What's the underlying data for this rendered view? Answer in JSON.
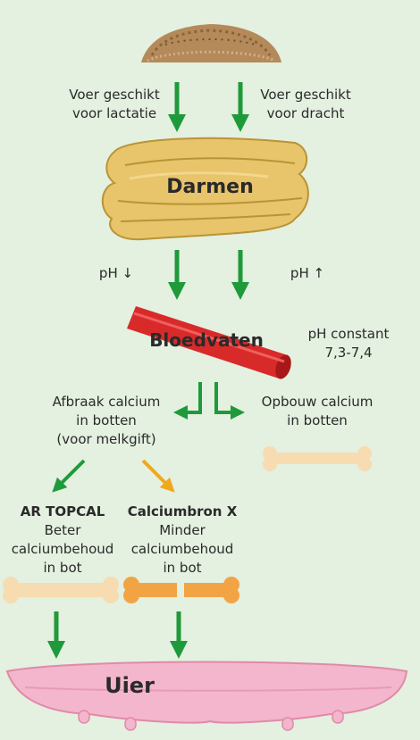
{
  "feed": {
    "lactation_label": [
      "Voer geschikt",
      "voor lactatie"
    ],
    "pregnancy_label": [
      "Voer geschikt",
      "voor dracht"
    ]
  },
  "intestines": {
    "label": "Darmen"
  },
  "ph": {
    "down": "pH ↓",
    "up": "pH ↑"
  },
  "blood": {
    "label": "Bloedvaten",
    "ph_constant": [
      "pH constant",
      "7,3-7,4"
    ]
  },
  "breakdown": {
    "label": [
      "Afbraak calcium",
      "in botten",
      "(voor melkgift)"
    ]
  },
  "buildup": {
    "label": [
      "Opbouw calcium",
      "in botten"
    ]
  },
  "products": [
    {
      "name": "AR TOPCAL",
      "text": [
        "Beter",
        "calciumbehoud",
        "in bot"
      ]
    },
    {
      "name": "Calciumbron X",
      "text": [
        "Minder",
        "calciumbehoud",
        "in bot"
      ]
    }
  ],
  "udder": {
    "label": "Uier"
  },
  "colors": {
    "background": "#e4f0e0",
    "arrow_green": "#1f9a3a",
    "arrow_orange": "#f0a81c",
    "intestine": "#e8c46a",
    "blood_vessel": "#d92a2a",
    "bone_light": "#f6dcb0",
    "bone_orange": "#f2a444",
    "udder": "#f4b6cc"
  }
}
